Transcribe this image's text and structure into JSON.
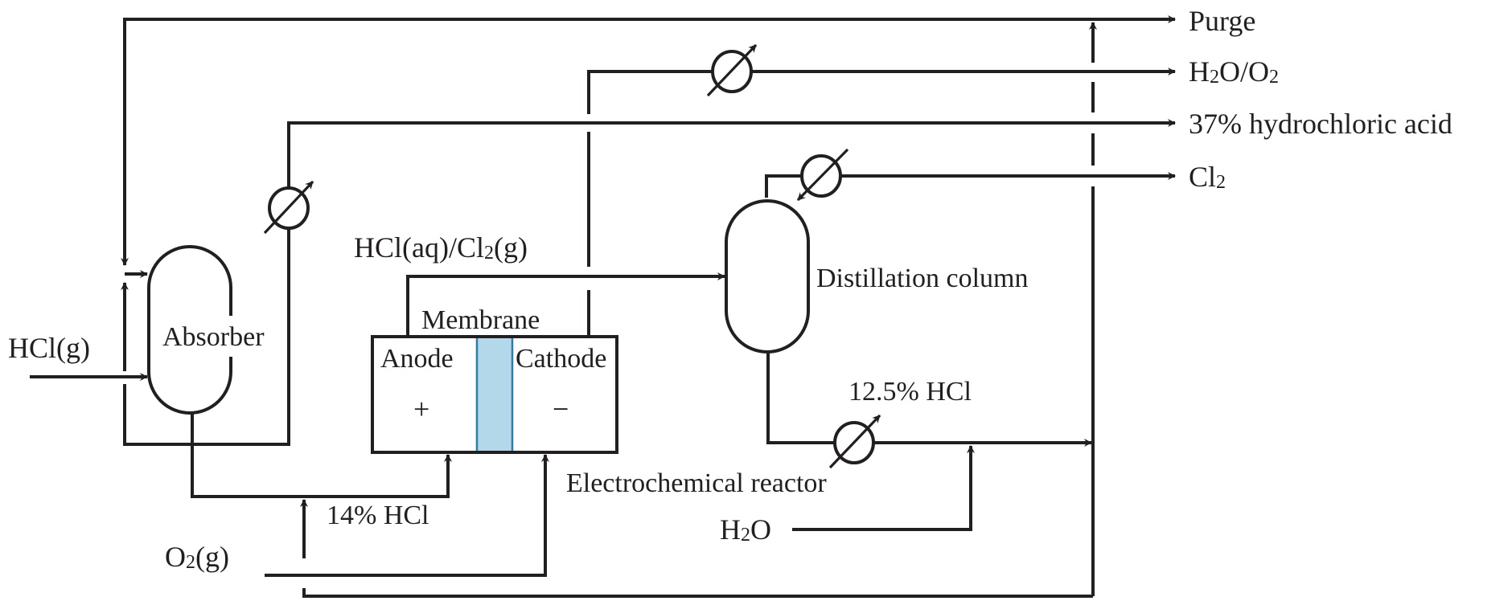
{
  "title": "HCl electrolysis process flow with absorber, electrochemical reactor and distillation column",
  "colors": {
    "line": "#231f20",
    "membrane_fill": "#b2d8ea",
    "membrane_stroke": "#2a7fa8"
  },
  "units": {
    "absorber": {
      "label": "Absorber"
    },
    "reactor": {
      "label": "Electrochemical reactor",
      "membrane_label": "Membrane",
      "anode_label": "Anode",
      "cathode_label": "Cathode",
      "anode_sign": "+",
      "cathode_sign": "−"
    },
    "distillation": {
      "label": "Distillation column"
    }
  },
  "streams": {
    "hcl_gas_feed": {
      "base": "HCl(g)"
    },
    "o2_feed": {
      "pre": "O",
      "sub": "2",
      "post": "(g)"
    },
    "h2o_feed": {
      "pre": "H",
      "sub": "2",
      "post": "O"
    },
    "reactor_outlet": {
      "pre": "HCl(aq)/Cl",
      "sub": "2",
      "post": "(g)"
    },
    "absorber_bottoms": {
      "label": "14% HCl"
    },
    "distillation_bottoms": {
      "label": "12.5% HCl"
    }
  },
  "outputs": [
    {
      "id": "purge",
      "pre": "Purge",
      "sub": "",
      "mid": "",
      "sub2": ""
    },
    {
      "id": "h2o-o2",
      "pre": "H",
      "sub": "2",
      "mid": "O/O",
      "sub2": "2"
    },
    {
      "id": "hydrochloric-acid",
      "pre": "37% hydrochloric acid",
      "sub": "",
      "mid": "",
      "sub2": ""
    },
    {
      "id": "chlorine",
      "pre": "Cl",
      "sub": "2",
      "mid": "",
      "sub2": ""
    }
  ]
}
